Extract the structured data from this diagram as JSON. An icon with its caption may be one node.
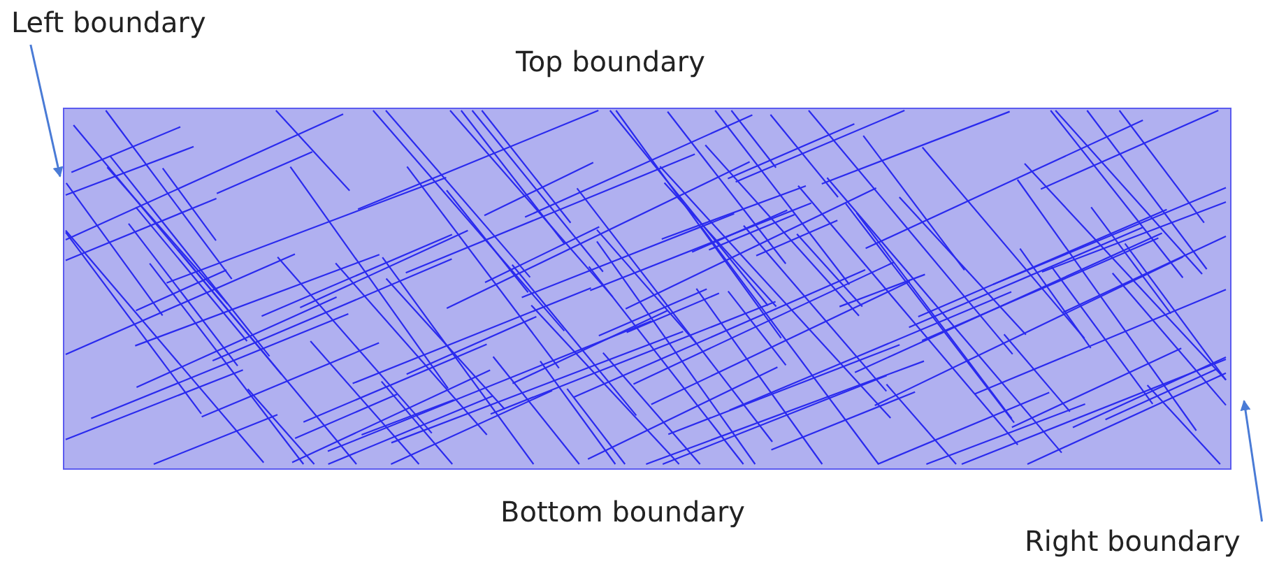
{
  "diagram": {
    "nodes": [
      {
        "text": [
          "Left boundary"
        ]
      },
      {
        "text": [
          "Right boundary"
        ]
      },
      {
        "text": [],
        "shape": "box"
      }
    ],
    "edges": [
      {
        "from": 0,
        "to": 2,
        "arrow": "to"
      },
      {
        "from": 1,
        "to": 2,
        "arrow": "to"
      }
    ],
    "labels": [
      "Top boundary",
      "Bottom boundary"
    ]
  }
}
